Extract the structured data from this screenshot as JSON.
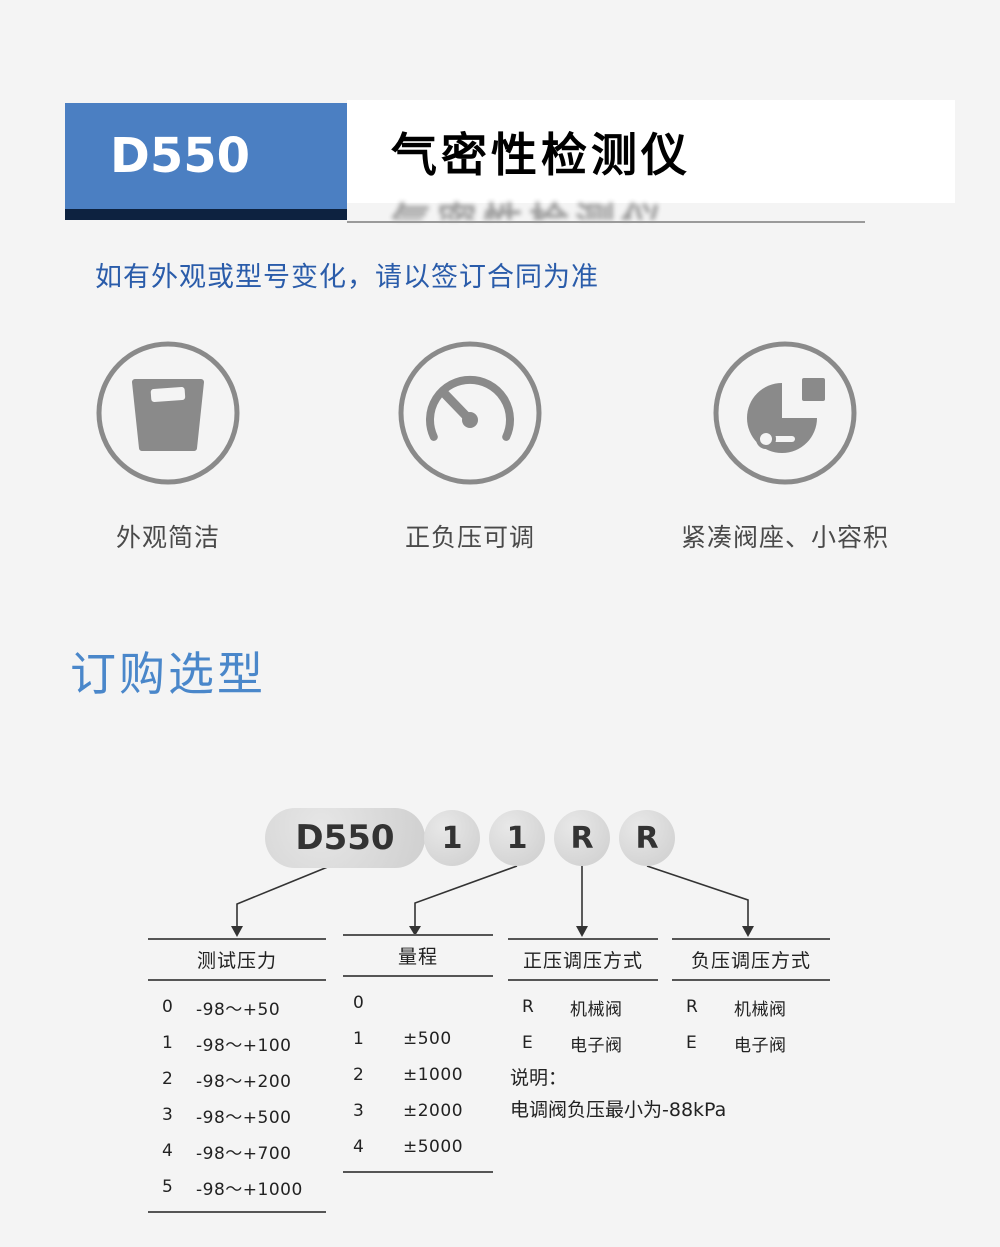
{
  "header": {
    "model": "D550",
    "title": "气密性检测仪"
  },
  "notice": "如有外观或型号变化，请以签订合同为准",
  "features": [
    {
      "icon": "scale-icon",
      "label": "外观简洁"
    },
    {
      "icon": "gauge-icon",
      "label": "正负压可调"
    },
    {
      "icon": "valve-icon",
      "label": "紧凑阀座、小容积"
    }
  ],
  "section_title": "订购选型",
  "selector": {
    "model_code": "D550",
    "digits": [
      "1",
      "1",
      "R",
      "R"
    ],
    "tables": [
      {
        "header": "测试压力",
        "rows": [
          [
            "0",
            "-98～+50"
          ],
          [
            "1",
            "-98～+100"
          ],
          [
            "2",
            "-98～+200"
          ],
          [
            "3",
            "-98～+500"
          ],
          [
            "4",
            "-98～+700"
          ],
          [
            "5",
            "-98～+1000"
          ]
        ]
      },
      {
        "header": "量程",
        "rows": [
          [
            "0",
            ""
          ],
          [
            "1",
            "±500"
          ],
          [
            "2",
            "±1000"
          ],
          [
            "3",
            "±2000"
          ],
          [
            "4",
            "±5000"
          ]
        ]
      },
      {
        "header": "正压调压方式",
        "rows": [
          [
            "R",
            "机械阀"
          ],
          [
            "E",
            "电子阀"
          ]
        ]
      },
      {
        "header": "负压调压方式",
        "rows": [
          [
            "R",
            "机械阀"
          ],
          [
            "E",
            "电子阀"
          ]
        ]
      }
    ],
    "note_line1": "说明：",
    "note_line2": "电调阀负压最小为-88kPa"
  },
  "colors": {
    "header_blue": "#4b7fc2",
    "navy_underline": "#0d2240",
    "notice_blue": "#2a5caa",
    "section_blue": "#4a87ca",
    "icon_gray": "#8a8a8a",
    "pill_gray": "#d9d9d9"
  }
}
